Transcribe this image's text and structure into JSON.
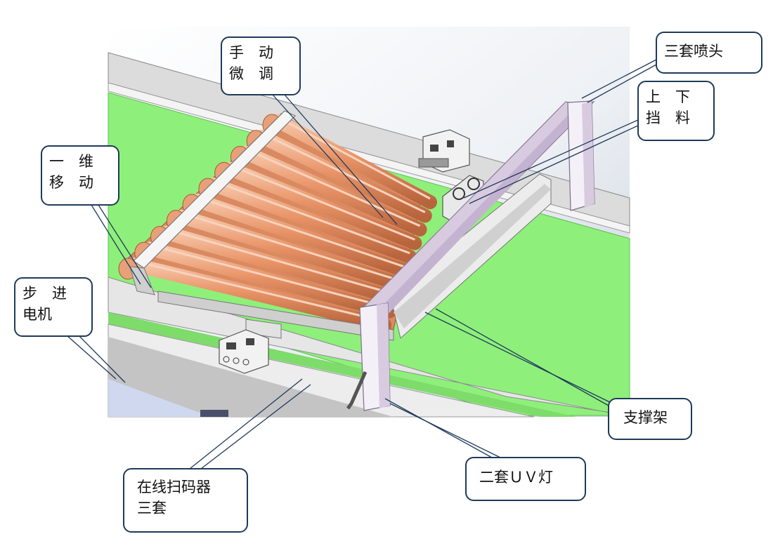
{
  "labels": {
    "manual_fine_tune": "手　动\n微　调",
    "one_dim_move": "一　维\n移　动",
    "stepper_motor": "步　进\n电机",
    "three_nozzles": "三套喷头",
    "up_down_stopper": "上　下\n挡　料",
    "support_frame": "支撑架",
    "two_uv_lamps": "二套ＵＶ灯",
    "inline_scanner": "在线扫码器\n三套"
  },
  "colors": {
    "conveyor_green": "#8ef07a",
    "roller_copper": "#e7956a",
    "frame_lilac": "#d8cbe0",
    "rail_gray": "#d9d9d9",
    "callout_border": "#1f3a5a"
  }
}
